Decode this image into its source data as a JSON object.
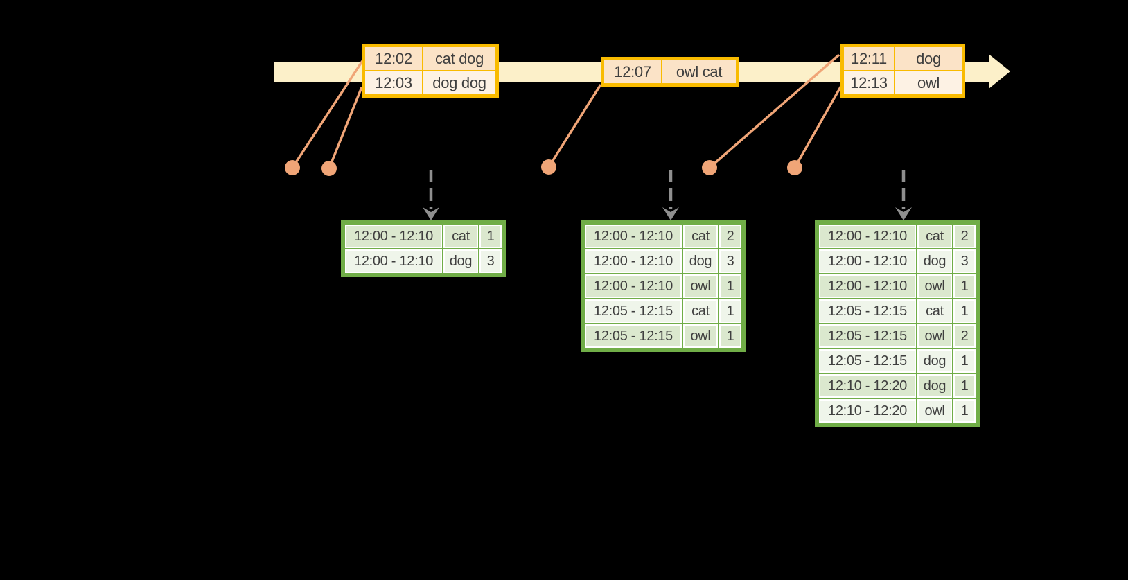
{
  "colors": {
    "timeline_fill": "#FCF0C9",
    "event_border": "#F9BB00",
    "event_row_dark": "#FBE3C7",
    "event_row_light": "#FDF2E4",
    "result_border": "#70AD47",
    "result_row_dark": "#DBE8CE",
    "result_row_light": "#EFF5EA",
    "connector": "#F0A577",
    "arrow_gray": "#8F8F8F",
    "cell_divider": "#FFFFFF",
    "text": "#3F3F3F"
  },
  "icons": {
    "timeline_arrowhead": "right-pointing triangle",
    "event_marker": "filled dot",
    "trigger_arrow": "gray dashed down arrow"
  },
  "event_tables": [
    {
      "rows": [
        {
          "time": "12:02",
          "words": "cat dog"
        },
        {
          "time": "12:03",
          "words": "dog dog"
        }
      ]
    },
    {
      "rows": [
        {
          "time": "12:07",
          "words": "owl cat"
        }
      ]
    },
    {
      "rows": [
        {
          "time": "12:11",
          "words": "dog"
        },
        {
          "time": "12:13",
          "words": "owl"
        }
      ]
    }
  ],
  "result_tables": [
    {
      "rows": [
        {
          "window": "12:00 - 12:10",
          "word": "cat",
          "count": "1"
        },
        {
          "window": "12:00 - 12:10",
          "word": "dog",
          "count": "3"
        }
      ]
    },
    {
      "rows": [
        {
          "window": "12:00 - 12:10",
          "word": "cat",
          "count": "2"
        },
        {
          "window": "12:00 - 12:10",
          "word": "dog",
          "count": "3"
        },
        {
          "window": "12:00 - 12:10",
          "word": "owl",
          "count": "1"
        },
        {
          "window": "12:05 - 12:15",
          "word": "cat",
          "count": "1"
        },
        {
          "window": "12:05 - 12:15",
          "word": "owl",
          "count": "1"
        }
      ]
    },
    {
      "rows": [
        {
          "window": "12:00 - 12:10",
          "word": "cat",
          "count": "2"
        },
        {
          "window": "12:00 - 12:10",
          "word": "dog",
          "count": "3"
        },
        {
          "window": "12:00 - 12:10",
          "word": "owl",
          "count": "1"
        },
        {
          "window": "12:05 - 12:15",
          "word": "cat",
          "count": "1"
        },
        {
          "window": "12:05 - 12:15",
          "word": "owl",
          "count": "2"
        },
        {
          "window": "12:05 - 12:15",
          "word": "dog",
          "count": "1"
        },
        {
          "window": "12:10 - 12:20",
          "word": "dog",
          "count": "1"
        },
        {
          "window": "12:10 - 12:20",
          "word": "owl",
          "count": "1"
        }
      ]
    }
  ]
}
